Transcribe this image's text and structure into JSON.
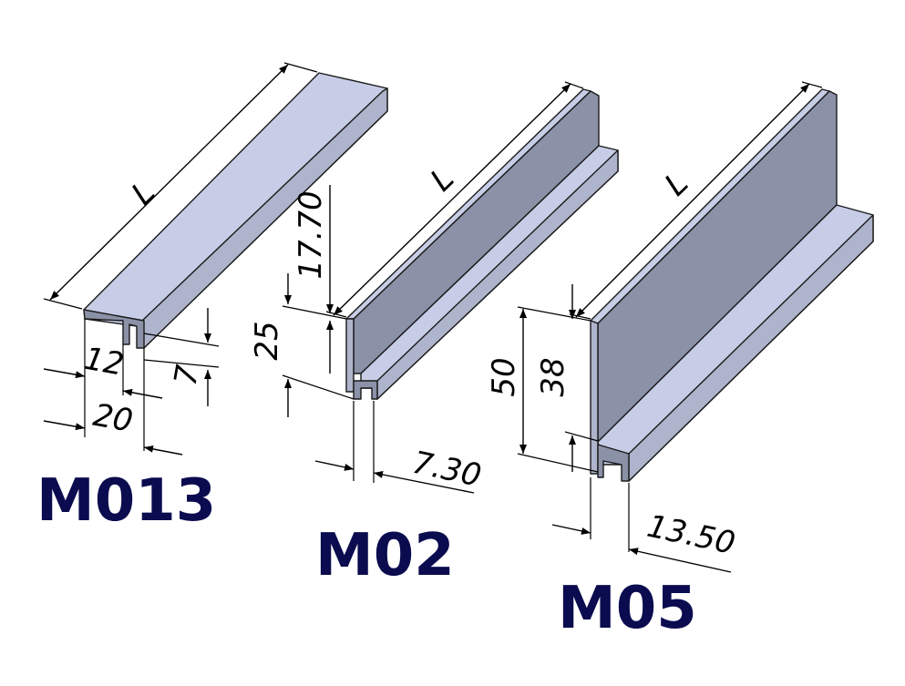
{
  "colors": {
    "label_navy": "#0b0b4f",
    "face_light": "#c7cde6",
    "face_mid": "#aeb4cb",
    "face_dark": "#8b91a7",
    "edge": "#1a1a1a"
  },
  "profiles": [
    {
      "model": "M013",
      "dims": {
        "length": "L",
        "inner": "12",
        "outer": "20",
        "height": "7"
      }
    },
    {
      "model": "M02",
      "dims": {
        "length": "L",
        "upper": "17.70",
        "lower": "25",
        "width": "7.30"
      }
    },
    {
      "model": "M05",
      "dims": {
        "length": "L",
        "total": "50",
        "wall": "38",
        "width": "13.50"
      }
    }
  ]
}
